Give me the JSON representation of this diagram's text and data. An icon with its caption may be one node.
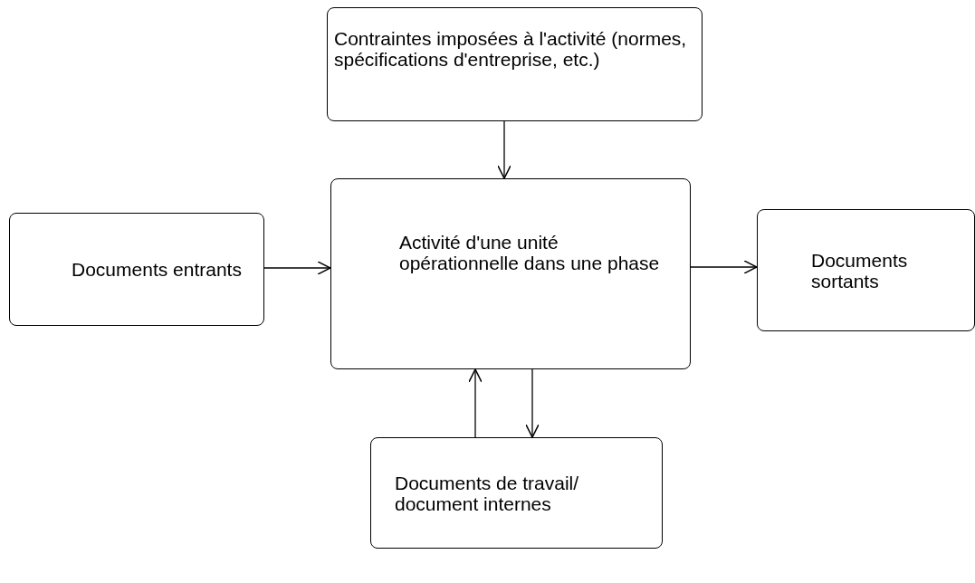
{
  "diagram": {
    "nodes": [
      {
        "text": [
          "Contraintes imposées à l'activité (normes, spécifications d'entreprise, etc.)"
        ]
      },
      {
        "text": [
          "Documents entrants"
        ]
      },
      {
        "text": [
          "Activité d'une unité opérationnelle dans une phase"
        ]
      },
      {
        "text": [
          "Documents sortants"
        ]
      },
      {
        "text": [
          "Documents de travail/ document internes"
        ]
      }
    ],
    "edges": [
      {
        "from": 0,
        "to": 2,
        "arrow": "to"
      },
      {
        "from": 1,
        "to": 2,
        "arrow": "to"
      },
      {
        "from": 2,
        "to": 3,
        "arrow": "to"
      },
      {
        "from": 4,
        "to": 2,
        "arrow": "to"
      },
      {
        "from": 2,
        "to": 4,
        "arrow": "to"
      }
    ]
  }
}
